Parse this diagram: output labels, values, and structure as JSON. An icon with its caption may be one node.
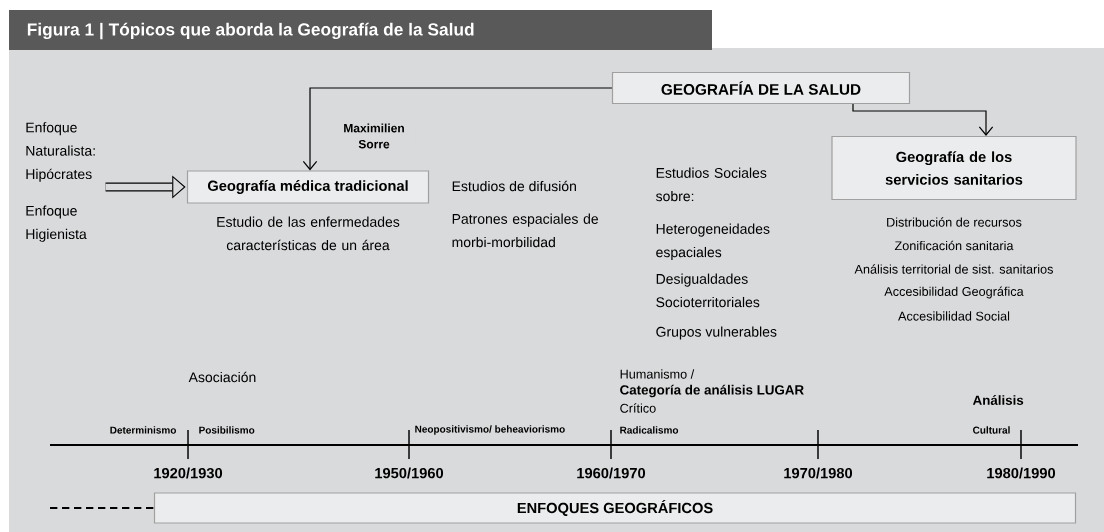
{
  "diagram": {
    "title": "Figura 1 | Tópicos que aborda la Geografía de la Salud",
    "nodes": [
      {
        "text": [
          "GEOGRAFÍA DE LA SALUD"
        ]
      },
      {
        "text": [
          "Geografía médica tradicional"
        ],
        "beside": [
          "Estudio de las enfermedades características de un área"
        ]
      },
      {
        "text": [
          "Geografía de los servicios sanitarios"
        ],
        "beside": [
          "Distribución de recursos",
          "Zonificación sanitaria",
          "Análisis territorial de sist. sanitarios",
          "Accesibilidad Geográfica",
          "Accesibilidad Social"
        ]
      },
      {
        "text": [
          "Enfoque Naturalista: Hipócrates",
          "Enfoque Higienista"
        ]
      },
      {
        "text": [
          "ENFOQUES GEOGRÁFICOS"
        ]
      }
    ],
    "edges": [
      {
        "from": 0,
        "to": 1,
        "arrow": "to",
        "label": "Maximilien Sorre"
      },
      {
        "from": 0,
        "to": 2,
        "arrow": "to"
      },
      {
        "from": 3,
        "to": 1,
        "arrow": "to",
        "style": "thick"
      },
      {
        "from": null,
        "to": 4,
        "arrow": "none",
        "style": "dashed"
      }
    ],
    "labels": [
      "Estudios de difusión",
      "Patrones espaciales de morbi-morbilidad",
      "Estudios Sociales sobre:",
      "Heterogeneidades espaciales",
      "Desigualdades Socioterritoriales",
      "Grupos vulnerables",
      "Asociación",
      "Humanismo /",
      "Categoría de análisis LUGAR",
      "Crítico",
      "Análisis",
      "Determinismo",
      "Posibilismo",
      "Neopositivismo/ beheaviorismo",
      "Radicalismo",
      "Cultural",
      "1920/1930",
      "1950/1960",
      "1960/1970",
      "1970/1980",
      "1980/1990"
    ]
  }
}
